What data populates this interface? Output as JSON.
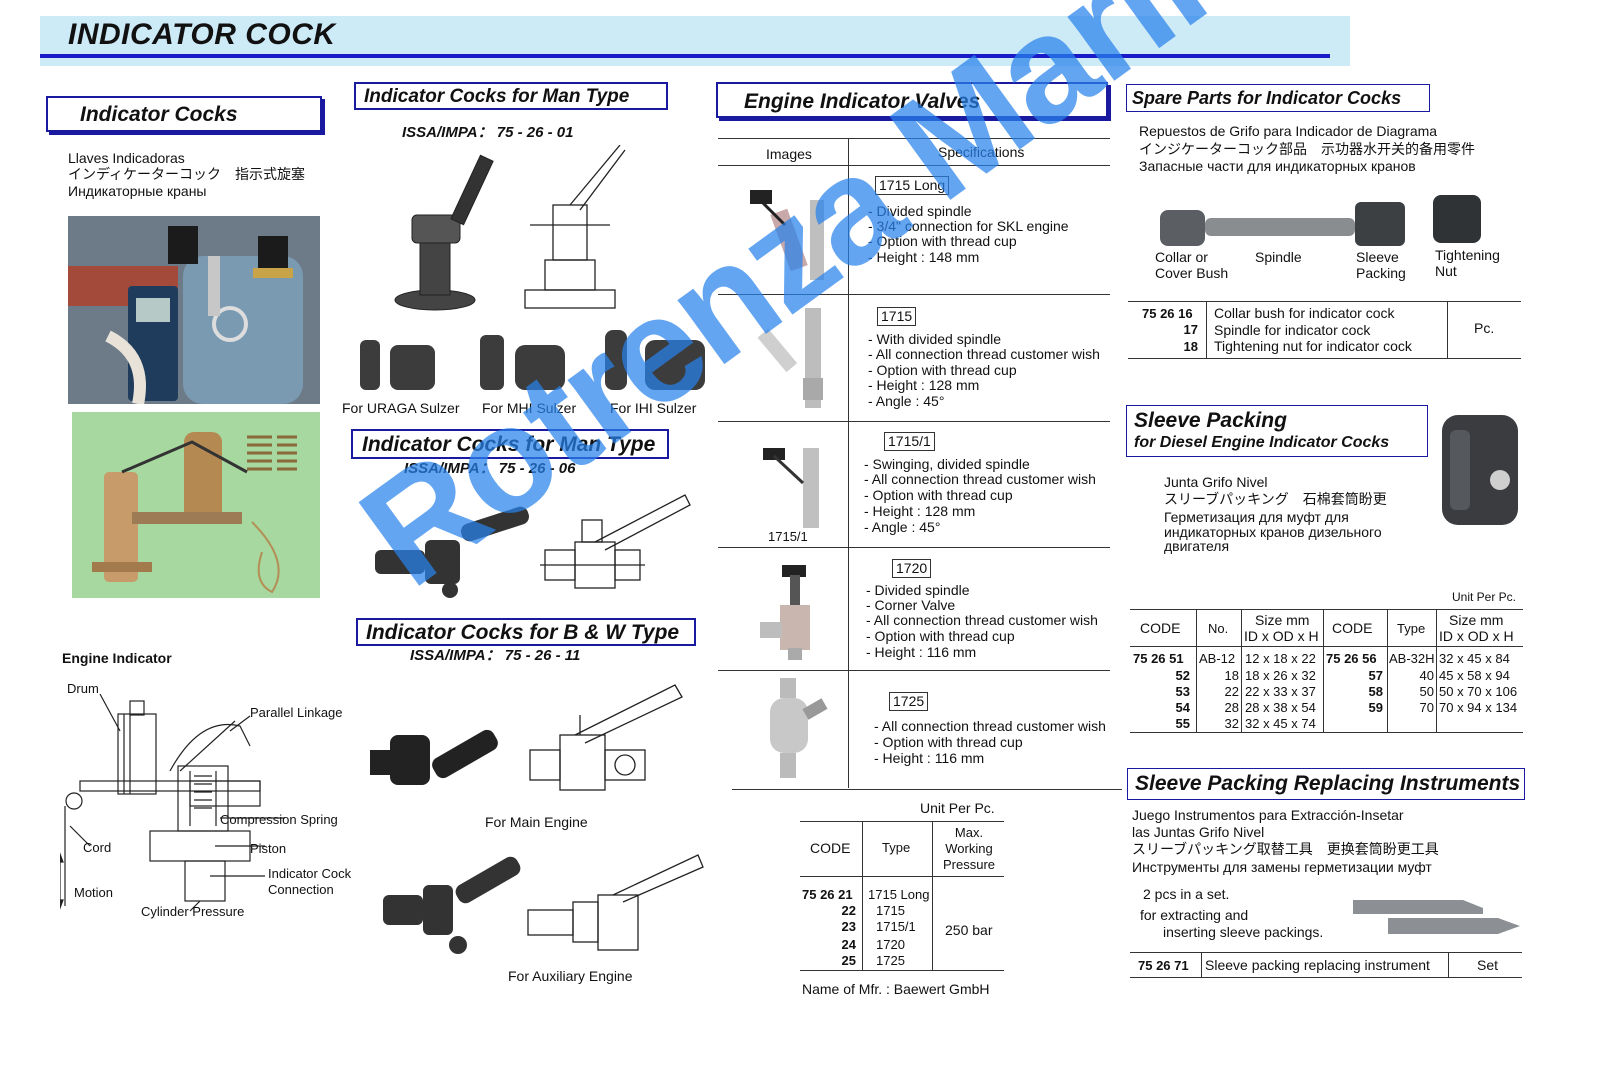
{
  "header": {
    "title": "INDICATOR COCK"
  },
  "left": {
    "title": "Indicator Cocks",
    "translations": [
      "Llaves Indicadoras",
      "インディケーターコック　指示式旋塞",
      "Индикаторные краны"
    ],
    "engine_indicator": {
      "title": "Engine Indicator",
      "labels": {
        "drum": "Drum",
        "parallel_linkage": "Parallel Linkage",
        "compression_spring": "Compression Spring",
        "cord": "Cord",
        "piston": "Piston",
        "indicator_cock_connection_1": "Indicator Cock",
        "indicator_cock_connection_2": "Connection",
        "motion": "Motion",
        "cylinder_pressure": "Cylinder Pressure"
      }
    }
  },
  "man_type_01": {
    "title": "Indicator Cocks for Man Type",
    "issa": "ISSA/IMPA： 75 - 26 - 01",
    "captions": [
      "For URAGA Sulzer",
      "For MHI Sulzer",
      "For IHI Sulzer"
    ]
  },
  "man_type_06": {
    "title": "Indicator Cocks for Man Type",
    "issa": "ISSA/IMPA： 75 - 26 - 06"
  },
  "bw_type": {
    "title": "Indicator Cocks for B & W Type",
    "issa": "ISSA/IMPA： 75 - 26 - 11",
    "captions": [
      "For Main Engine",
      "For Auxiliary Engine"
    ]
  },
  "valves": {
    "title": "Engine Indicator Valves",
    "col_images": "Images",
    "col_specs": "Specifications",
    "rows": [
      {
        "badge": "1715 Long",
        "img_label": "",
        "specs": [
          "- Divided spindle",
          "- 3/4\" connection for SKL engine",
          "- Option with thread cup",
          "- Height : 148 mm"
        ]
      },
      {
        "badge": "1715",
        "img_label": "",
        "specs": [
          "- With divided spindle",
          "- All connection thread customer wish",
          "- Option with thread cup",
          "- Height : 128 mm",
          "- Angle : 45°"
        ]
      },
      {
        "badge": "1715/1",
        "img_label": "1715/1",
        "specs": [
          "- Swinging, divided spindle",
          "- All connection thread customer wish",
          "- Option with thread cup",
          "- Height : 128 mm",
          "- Angle : 45°"
        ]
      },
      {
        "badge": "1720",
        "img_label": "",
        "specs": [
          "- Divided spindle",
          "- Corner Valve",
          "- All connection thread customer wish",
          "- Option with thread cup",
          "- Height : 116 mm"
        ]
      },
      {
        "badge": "1725",
        "img_label": "",
        "specs": [
          "- All connection thread customer wish",
          "- Option with thread cup",
          "- Height : 116 mm"
        ]
      }
    ],
    "unit": "Unit Per Pc.",
    "table": {
      "headers": [
        "CODE",
        "Type",
        "Max. Working Pressure"
      ],
      "codes": [
        "75 26 21",
        "22",
        "23",
        "24",
        "25"
      ],
      "types": [
        "1715 Long",
        "1715",
        "1715/1",
        "1720",
        "1725"
      ],
      "pressure": "250 bar"
    },
    "mfr": "Name of Mfr. : Baewert GmbH"
  },
  "spare": {
    "title": "Spare Parts for Indicator Cocks",
    "translations": [
      "Repuestos de Grifo para Indicador de Diagrama",
      "インジケーターコック部品　示功器水开关的备用零件",
      "Запасные части для индикаторных кранов"
    ],
    "parts": [
      "Collar or Cover Bush",
      "Spindle",
      "Sleeve Packing",
      "Tightening Nut"
    ],
    "codes": [
      "75 26 16",
      "17",
      "18"
    ],
    "descs": [
      "Collar bush for indicator cock",
      "Spindle for indicator cock",
      "Tightening nut for indicator cock"
    ],
    "unit": "Pc."
  },
  "sleeve": {
    "title1": "Sleeve Packing",
    "title2": "for Diesel Engine Indicator Cocks",
    "translations": [
      "Junta Grifo Nivel",
      "スリーブパッキング　石棉套筒盼更",
      "Герметизация для муфт для",
      "индикаторных кранов дизельного",
      "двигателя"
    ],
    "unit": "Unit Per Pc.",
    "headers": [
      "CODE",
      "No.",
      "Size mm",
      "ID x OD x H",
      "CODE",
      "Type",
      "Size mm",
      "ID x OD x H"
    ],
    "left_rows": [
      {
        "code": "75 26 51",
        "no": "AB-12",
        "size": "12 x 18 x 22"
      },
      {
        "code": "52",
        "no": "18",
        "size": "18 x 26 x 32"
      },
      {
        "code": "53",
        "no": "22",
        "size": "22 x 33 x 37"
      },
      {
        "code": "54",
        "no": "28",
        "size": "28 x 38 x 54"
      },
      {
        "code": "55",
        "no": "32",
        "size": "32 x 45 x 74"
      }
    ],
    "right_rows": [
      {
        "code": "75 26 56",
        "type": "AB-32H",
        "size": "32 x 45 x 84"
      },
      {
        "code": "57",
        "type": "40",
        "size": "45 x 58 x 94"
      },
      {
        "code": "58",
        "type": "50",
        "size": "50 x 70 x 106"
      },
      {
        "code": "59",
        "type": "70",
        "size": "70 x 94 x 134"
      }
    ]
  },
  "replacing": {
    "title": "Sleeve Packing Replacing Instruments",
    "translations": [
      "Juego Instrumentos para Extracción-Insetar",
      "las Juntas Grifo Nivel",
      "スリーブパッキング取替工具　更换套筒盼更工具",
      "Инструменты для замены герметизации муфт"
    ],
    "note": [
      "2 pcs in a set.",
      "for  extracting and",
      "inserting sleeve packings."
    ],
    "code": "75 26 71",
    "desc": "Sleeve packing replacing instrument",
    "unit": "Set"
  },
  "watermark": "Rotrenza Marine"
}
